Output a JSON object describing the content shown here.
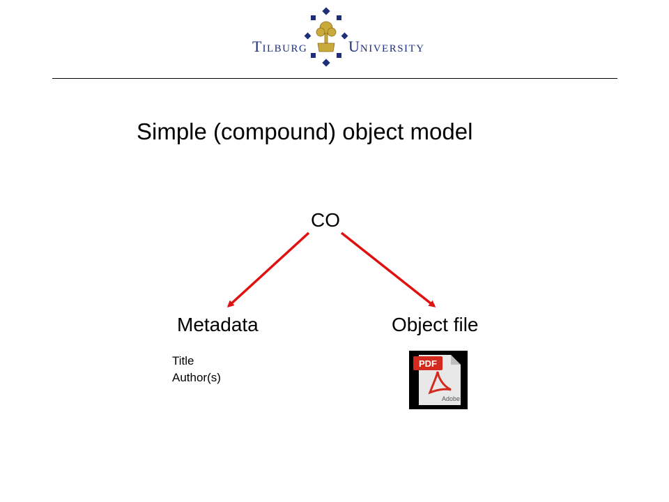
{
  "header": {
    "logo_left_initial": "T",
    "logo_left_rest": "ILBURG",
    "logo_right_initial": "U",
    "logo_right_rest": "NIVERSITY",
    "brand_color": "#1e2f7a"
  },
  "slide": {
    "title": "Simple (compound) object model"
  },
  "diagram": {
    "root": "CO",
    "left_child": "Metadata",
    "right_child": "Object file",
    "arrow_color": "#e01010",
    "metadata_fields": [
      "Title",
      "Author(s)"
    ],
    "file_icon": "pdf-file-icon",
    "pdf_label": "PDF",
    "adobe_label": "Adobe"
  }
}
